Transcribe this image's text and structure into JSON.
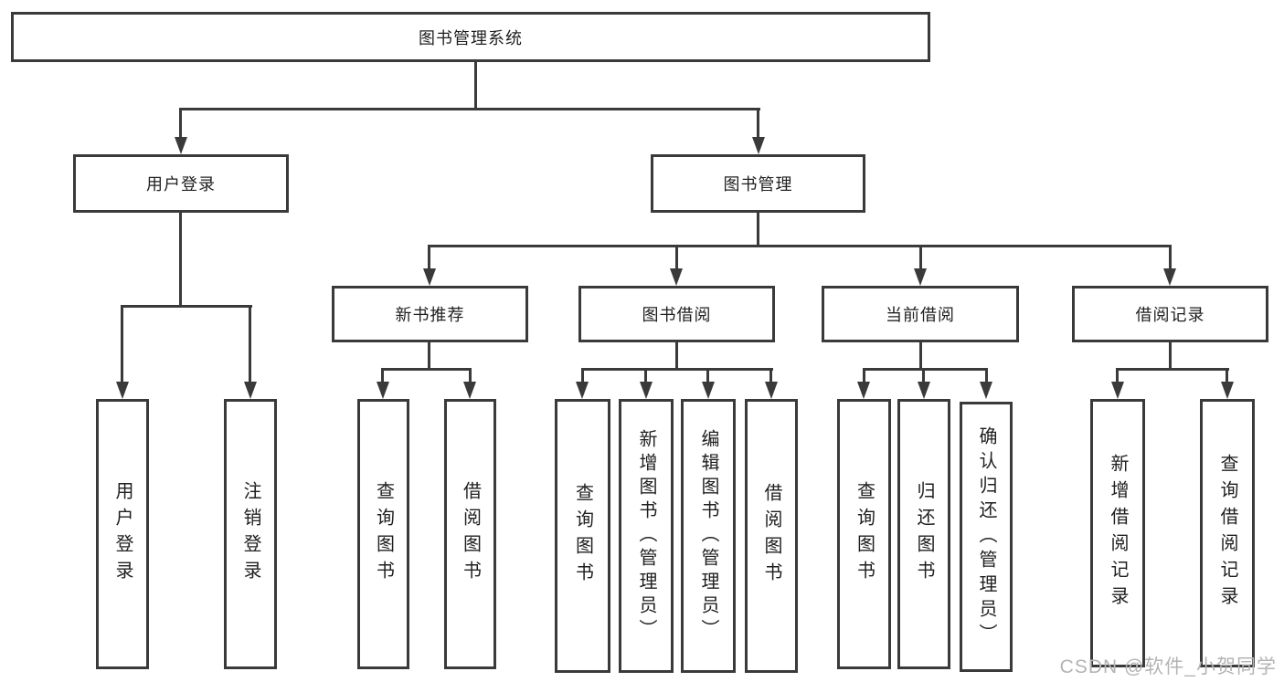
{
  "diagram": {
    "type": "hierarchy-tree",
    "root": {
      "label": "图书管理系统"
    },
    "level1": [
      {
        "label": "用户登录",
        "parent": "图书管理系统"
      },
      {
        "label": "图书管理",
        "parent": "图书管理系统"
      }
    ],
    "level2": [
      {
        "label": "新书推荐",
        "parent": "图书管理"
      },
      {
        "label": "图书借阅",
        "parent": "图书管理"
      },
      {
        "label": "当前借阅",
        "parent": "图书管理"
      },
      {
        "label": "借阅记录",
        "parent": "图书管理"
      }
    ],
    "leaves": [
      {
        "label": "用户登录",
        "parent": "用户登录"
      },
      {
        "label": "注销登录",
        "parent": "用户登录"
      },
      {
        "label": "查询图书",
        "parent": "新书推荐"
      },
      {
        "label": "借阅图书",
        "parent": "新书推荐"
      },
      {
        "label": "查询图书",
        "parent": "图书借阅"
      },
      {
        "label": "新增图书（管理员）",
        "parent": "图书借阅"
      },
      {
        "label": "编辑图书（管理员）",
        "parent": "图书借阅"
      },
      {
        "label": "借阅图书",
        "parent": "图书借阅"
      },
      {
        "label": "查询图书",
        "parent": "当前借阅"
      },
      {
        "label": "归还图书",
        "parent": "当前借阅"
      },
      {
        "label": "确认归还（管理员）",
        "parent": "当前借阅"
      },
      {
        "label": "新增借阅记录",
        "parent": "借阅记录"
      },
      {
        "label": "查询借阅记录",
        "parent": "借阅记录"
      }
    ]
  },
  "watermark": {
    "text": "CSDN @软件_小贺同学"
  },
  "colors": {
    "line": "#3a3a3a",
    "box_border": "#3a3a3a",
    "box_bg": "#ffffff",
    "text": "#1f1f1f",
    "watermark": "#b4b4b4",
    "page_bg": "#ffffff"
  }
}
